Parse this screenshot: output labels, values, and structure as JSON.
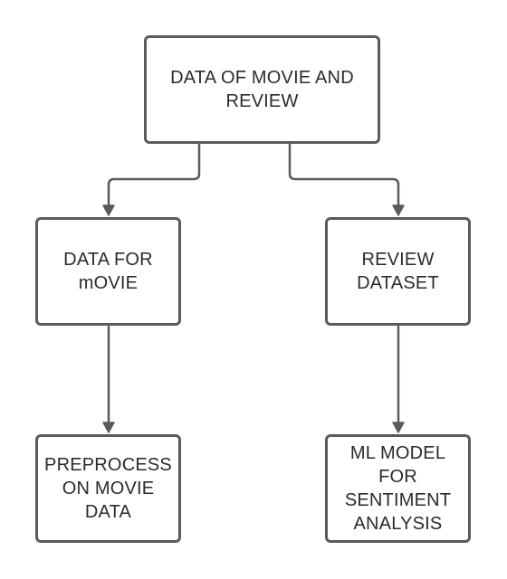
{
  "diagram": {
    "nodes": {
      "root": "DATA OF MOVIE AND\nREVIEW",
      "movie": "DATA  FOR\nmOVIE",
      "review": "REVIEW\nDATASET",
      "preprocess": "PREPROCESS\nON MOVIE\nDATA",
      "ml": "ML MODEL\nFOR\nSENTIMENT\nANALYSIS"
    },
    "edges": [
      {
        "from": "root",
        "to": "movie"
      },
      {
        "from": "root",
        "to": "review"
      },
      {
        "from": "movie",
        "to": "preprocess"
      },
      {
        "from": "review",
        "to": "ml"
      }
    ],
    "colors": {
      "stroke": "#5b5b5b",
      "text": "#2b2b2b",
      "background": "#ffffff"
    }
  }
}
